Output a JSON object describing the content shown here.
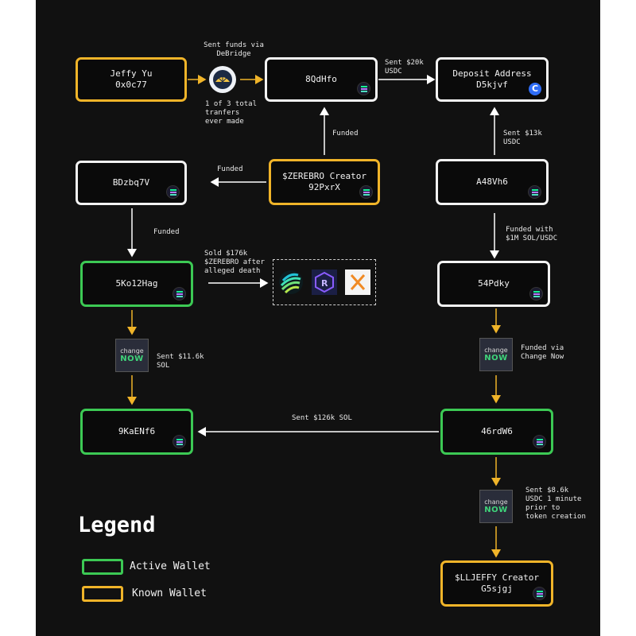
{
  "nodes": {
    "jeffy": {
      "line1": "Jeffy Yu",
      "line2": "0x0c77",
      "kind": "known"
    },
    "addr_8qdhfo": {
      "line1": "8QdHfo",
      "kind": "neutral"
    },
    "deposit": {
      "line1": "Deposit Address",
      "line2": "D5kjvf",
      "kind": "neutral",
      "badge": "C"
    },
    "bdzbq7v": {
      "line1": "BDzbq7V",
      "kind": "neutral"
    },
    "zerebro_creator": {
      "line1": "$ZEREBRO Creator",
      "line2": "92PxrX",
      "kind": "known"
    },
    "a48vh6": {
      "line1": "A48Vh6",
      "kind": "neutral"
    },
    "sko12hag": {
      "line1": "5Ko12Hag",
      "kind": "active"
    },
    "s4pdky": {
      "line1": "54Pdky",
      "kind": "neutral"
    },
    "9kaenf6": {
      "line1": "9KaENf6",
      "kind": "active"
    },
    "46rdw6": {
      "line1": "46rdW6",
      "kind": "active"
    },
    "lljeffy_creator": {
      "line1": "$LLJEFFY Creator",
      "line2": "G5sjgj",
      "kind": "known"
    }
  },
  "labels": {
    "bridge_via": [
      "Sent funds via",
      "DeBridge"
    ],
    "bridge_note": [
      "1 of 3 total",
      "tranfers",
      "ever made"
    ],
    "sent_20k": [
      "Sent $20k",
      "USDC"
    ],
    "funded_top": [
      "Funded"
    ],
    "sent_13k": [
      "Sent $13k",
      "USDC"
    ],
    "funded_left": [
      "Funded"
    ],
    "funded_down": [
      "Funded"
    ],
    "funded_1m": [
      "Funded with",
      "$1M SOL/USDC"
    ],
    "sold_176k": [
      "Sold $176k",
      "$ZEREBRO after",
      "alleged death"
    ],
    "sent_11k": [
      "Sent $11.6k",
      "SOL"
    ],
    "funded_cn": [
      "Funded via",
      "Change Now"
    ],
    "sent_126k": [
      "Sent $126k SOL"
    ],
    "sent_8k": [
      "Sent $8.6k",
      "USDC 1 minute",
      "prior to",
      "token creation"
    ]
  },
  "changenow": {
    "top": "change",
    "bottom": "NOW"
  },
  "legend": {
    "title": "Legend",
    "active": "Active Wallet",
    "known": "Known Wallet"
  },
  "colors": {
    "known": "#f0b429",
    "active": "#3cc954",
    "neutral": "#f3f3f3",
    "arrow_white": "#ffffff",
    "arrow_yellow": "#f0b429"
  }
}
